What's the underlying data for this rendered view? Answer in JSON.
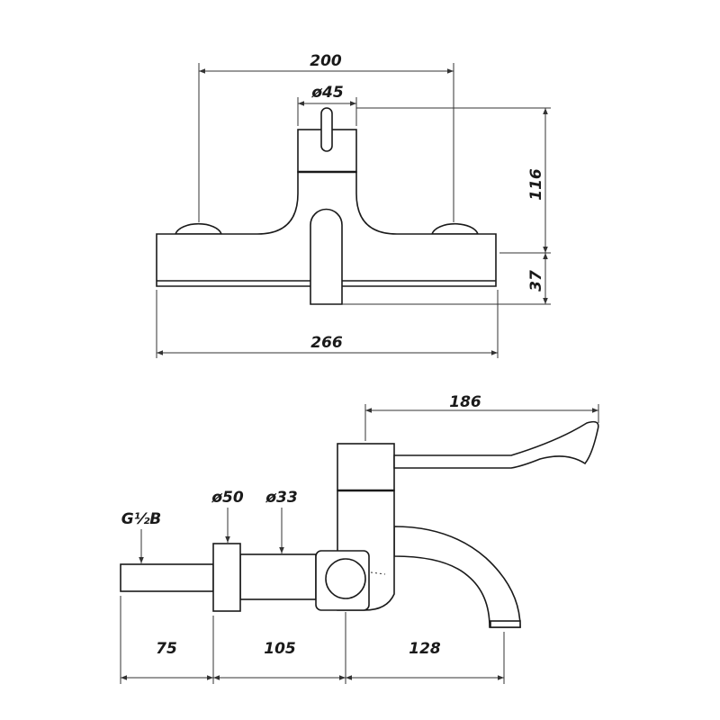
{
  "front_view": {
    "dim_wall_centers": "200",
    "dim_handle_diameter": "ø45",
    "dim_height_above": "116",
    "dim_spout_drop": "37",
    "dim_total_width": "266"
  },
  "side_view": {
    "dim_lever_length": "186",
    "label_thread": "G½B",
    "label_flange_diameter": "ø50",
    "label_pipe_diameter": "ø33",
    "dim_inlet_length": "75",
    "dim_wall_to_body": "105",
    "dim_spout_projection": "128"
  }
}
